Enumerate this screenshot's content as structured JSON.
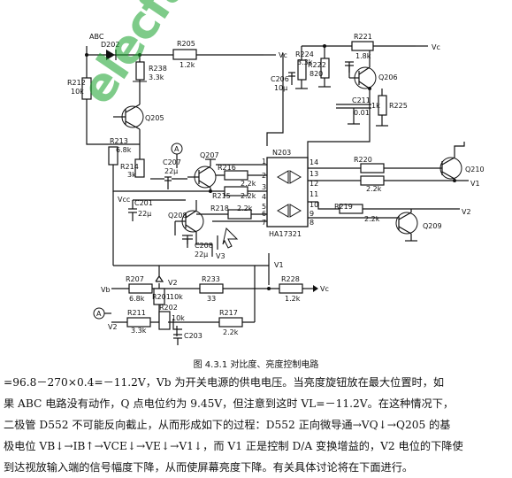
{
  "diagram": {
    "labels": {
      "abc": "ABC",
      "d202": "D202",
      "r205": "R205",
      "r205_val": "1.2k",
      "vc_top": "Vc",
      "r238": "R238",
      "r238_val": "3.3k",
      "r212": "R212",
      "r212_val": "10k",
      "q205": "Q205",
      "r213": "R213",
      "r213_val": "6.8k",
      "r214": "R214",
      "r214_val": "3k",
      "r224": "R224",
      "r224_val": "3.3k",
      "c206": "C206",
      "c206_val": "10μ",
      "r222": "R222",
      "r222_val": "820",
      "r221": "R221",
      "r221_val": "1.8k",
      "vc_right": "Vc",
      "q206": "Q206",
      "c211": "C211",
      "c211_val": "0.01",
      "r225_val": "1k",
      "r225": "R225",
      "node_a1": "A",
      "q207": "Q207",
      "c207": "C207",
      "c207_val": "22μ",
      "n203": "N203",
      "r216": "R216",
      "r216_val": "2.2k",
      "r215": "R215",
      "r215_val": "2.2k",
      "r220": "R220",
      "r220_val": "2.2k",
      "q210": "Q210",
      "v1_right": "V1",
      "vcc": "Vcc",
      "c201": "C201",
      "c201_val": "22μ",
      "q208": "Q208",
      "r218": "R218",
      "r218_val": "2.2k",
      "r219": "R219",
      "r219_val": "2.2k",
      "v2_right": "V2",
      "q209": "Q209",
      "ic": "HA17321",
      "c208": "C208",
      "c208_val": "22μ",
      "v3": "V3",
      "v1_mid": "V1",
      "vb": "Vb",
      "r207": "R207",
      "r207_val": "6.8k",
      "v2_mid": "V2",
      "r201": "R201",
      "r201_val": "10k",
      "r233": "R233",
      "r233_val": "33",
      "r228": "R228",
      "r228_val": "1.2k",
      "vc_bottom": "Vc",
      "node_a2": "A",
      "v2_left": "V2",
      "r211": "R211",
      "r211_val": "3.3k",
      "r202": "R202",
      "r202_val": "10k",
      "c203": "C203",
      "r217": "R217",
      "r217_val": "2.2k",
      "pin1": "1",
      "pin2": "2",
      "pin3": "3",
      "pin4": "4",
      "pin5": "5",
      "pin6": "6",
      "pin7": "7",
      "pin8": "8",
      "pin9": "9",
      "pin10": "10",
      "pin11": "11",
      "pin12": "12",
      "pin13": "13",
      "pin14": "14"
    },
    "watermark": "elecfans.com"
  },
  "caption": "图 4.3.1   对比度、亮度控制电路",
  "text_lines": [
    "=96.8－270×0.4=－11.2V，Vb 为开关电源的供电电压。当亮度旋钮放在最大位置时，如",
    "果 ABC 电路没有动作，Q 点电位约为 9.45V，但注意到这时 VL=－11.2V。在这种情况下，",
    "二极管 D552 不可能反向截止，从而形成如下的过程：D552 正向微导通→VQ↓→Q205 的基",
    "极电位 VB↓→IB↑→VCE↓→VE↓→V1↓，而 V1 正是控制 D/A 变换增益的，V2 电位的下降使",
    "到达视放输入端的信号幅度下降，从而使屏幕亮度下降。有关具体讨论将在下面进行。"
  ]
}
